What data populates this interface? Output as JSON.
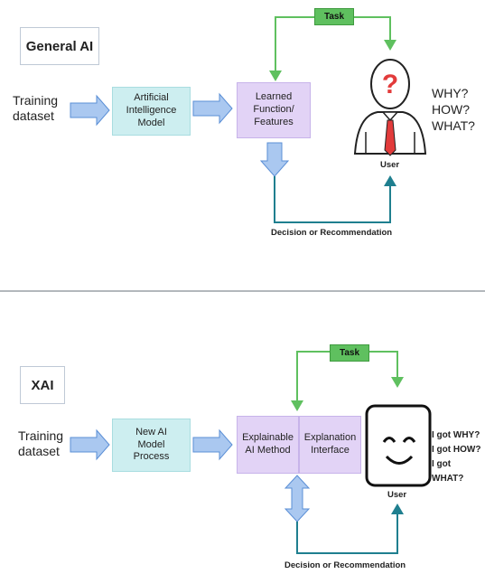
{
  "general": {
    "title": "General AI",
    "training": "Training\ndataset",
    "model": "Artificial\nIntelligence\nModel",
    "learned": "Learned\nFunction/\nFeatures",
    "task": "Task",
    "questions": "WHY?\nHOW?\nWHAT?",
    "user": "User",
    "decision": "Decision or Recommendation"
  },
  "xai": {
    "title": "XAI",
    "training": "Training\ndataset",
    "model": "New AI\nModel\nProcess",
    "method": "Explainable\nAI Method",
    "interface": "Explanation\nInterface",
    "task": "Task",
    "questions": "I got WHY?\nI got HOW?\nI got WHAT?",
    "user": "User",
    "decision": "Decision or Recommendation"
  },
  "colors": {
    "green": "#5fc05f",
    "teal_arrow": "#1f7f8f",
    "blue_arrow": "#8fb8ec",
    "purple": "#e2d3f6",
    "teal_box": "#cdeef0"
  }
}
